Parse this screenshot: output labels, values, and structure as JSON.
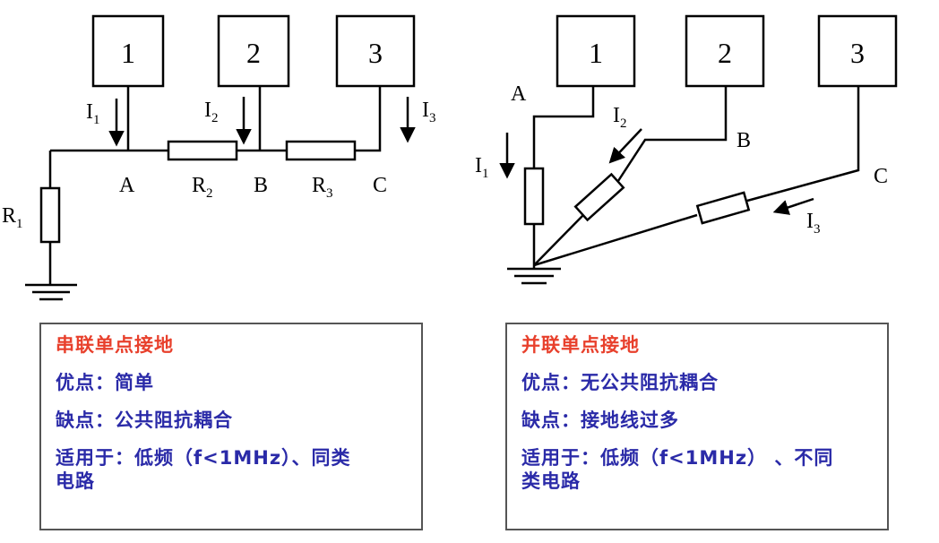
{
  "series_panel": {
    "boxes": [
      "1",
      "2",
      "3"
    ],
    "currents": [
      {
        "base": "I",
        "sub": "1"
      },
      {
        "base": "I",
        "sub": "2"
      },
      {
        "base": "I",
        "sub": "3"
      }
    ],
    "nodes": [
      "A",
      "B",
      "C"
    ],
    "resistors": [
      {
        "base": "R",
        "sub": "1"
      },
      {
        "base": "R",
        "sub": "2"
      },
      {
        "base": "R",
        "sub": "3"
      }
    ]
  },
  "parallel_panel": {
    "boxes": [
      "1",
      "2",
      "3"
    ],
    "currents": [
      {
        "base": "I",
        "sub": "1"
      },
      {
        "base": "I",
        "sub": "2"
      },
      {
        "base": "I",
        "sub": "3"
      }
    ],
    "nodes": [
      "A",
      "B",
      "C"
    ]
  },
  "series_text": {
    "title": "串联单点接地",
    "pros": "优点：简单",
    "cons": "缺点：公共阻抗耦合",
    "usage_line1": "适用于：低频（f<1MHz）、同类",
    "usage_line2": "电路"
  },
  "parallel_text": {
    "title": "并联单点接地",
    "pros": "优点：无公共阻抗耦合",
    "cons": "缺点：接地线过多",
    "usage_line1": "适用于：低频（f<1MHz） 、不同",
    "usage_line2": "类电路"
  }
}
